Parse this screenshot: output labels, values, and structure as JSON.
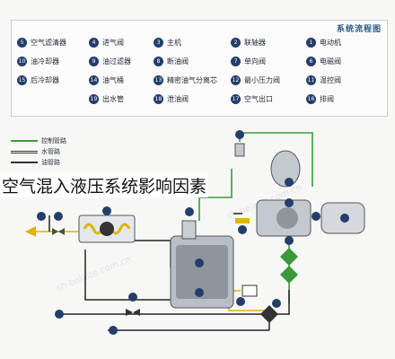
{
  "legend": {
    "title": "系统流程图",
    "items": [
      {
        "num": "1",
        "label": "电动机"
      },
      {
        "num": "2",
        "label": "联轴器"
      },
      {
        "num": "3",
        "label": "主机"
      },
      {
        "num": "4",
        "label": "进气阀"
      },
      {
        "num": "5",
        "label": "空气滤清器"
      },
      {
        "num": "6",
        "label": "电磁阀"
      },
      {
        "num": "7",
        "label": "单向阀"
      },
      {
        "num": "8",
        "label": "断油阀"
      },
      {
        "num": "9",
        "label": "油过滤器"
      },
      {
        "num": "10",
        "label": "油冷却器"
      },
      {
        "num": "11",
        "label": "温控阀"
      },
      {
        "num": "12",
        "label": "最小压力阀"
      },
      {
        "num": "13",
        "label": "精密油气分离芯"
      },
      {
        "num": "14",
        "label": "油气桶"
      },
      {
        "num": "15",
        "label": "后冷却器"
      },
      {
        "num": "16",
        "label": "排阀"
      },
      {
        "num": "17",
        "label": "空气出口"
      },
      {
        "num": "18",
        "label": "泄油阀"
      },
      {
        "num": "19",
        "label": "出水管"
      }
    ]
  },
  "line_legend": [
    {
      "label": "控制管路",
      "color": "#3a9a3a"
    },
    {
      "label": "水管路",
      "color": "#333333"
    },
    {
      "label": "油管路",
      "color": "#333333"
    }
  ],
  "overlay_title": "空气混入液压系统影响因素",
  "colors": {
    "green_line": "#3a9a3a",
    "yellow_line": "#e0b400",
    "num_circle": "#233e6b"
  }
}
